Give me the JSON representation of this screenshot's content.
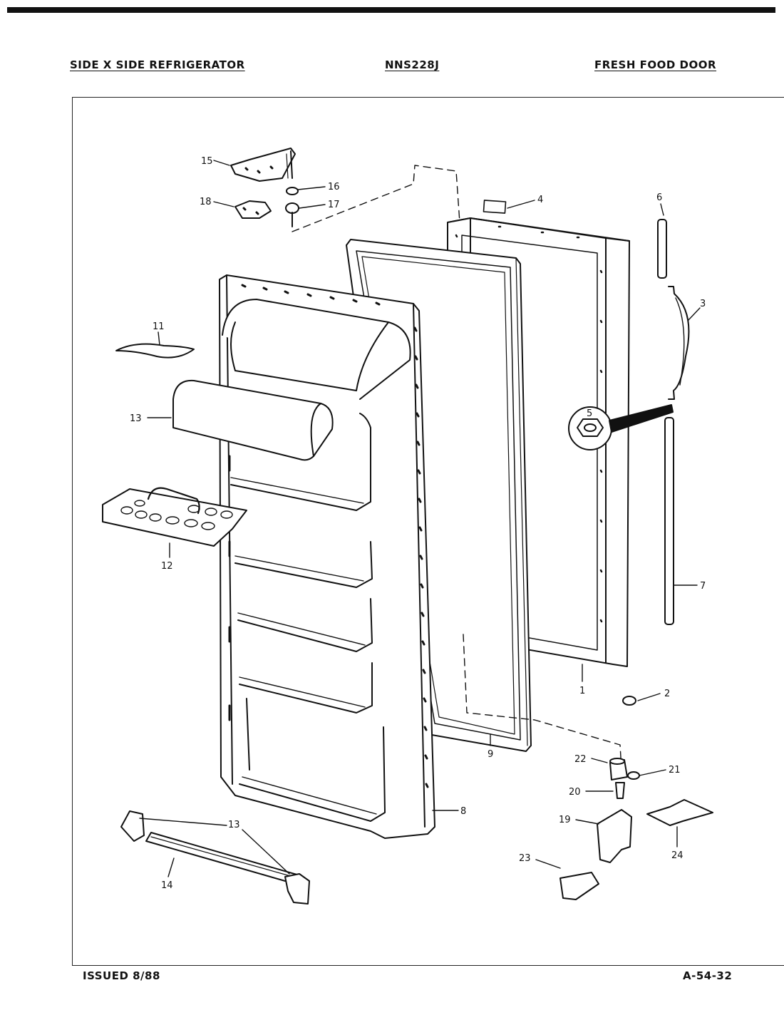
{
  "header": {
    "left": "SIDE X SIDE REFRIGERATOR",
    "center": "NNS228J",
    "right": "FRESH FOOD DOOR"
  },
  "footer": {
    "issued": "ISSUED 8/88",
    "code": "A-54-32"
  },
  "callouts": {
    "c1": "1",
    "c2": "2",
    "c3": "3",
    "c4": "4",
    "c5": "5",
    "c6": "6",
    "c7": "7",
    "c8": "8",
    "c9": "9",
    "c11": "11",
    "c12": "12",
    "c13a": "13",
    "c13b": "13",
    "c14": "14",
    "c15": "15",
    "c16": "16",
    "c17": "17",
    "c18": "18",
    "c19": "19",
    "c20": "20",
    "c21": "21",
    "c22": "22",
    "c23": "23",
    "c24": "24"
  }
}
